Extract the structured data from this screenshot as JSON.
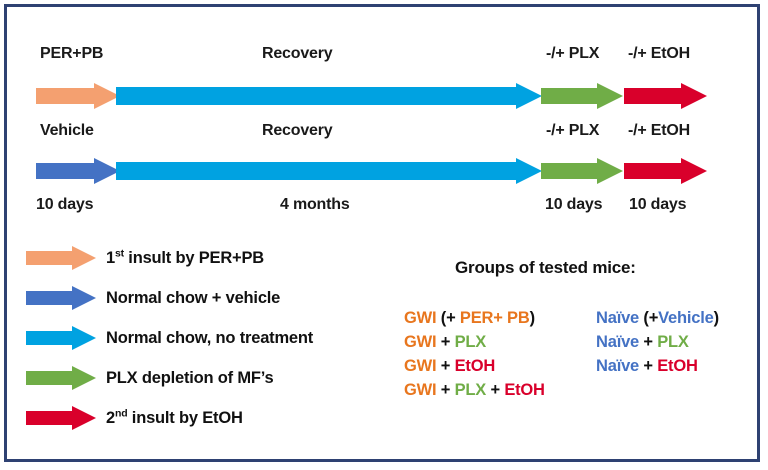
{
  "colors": {
    "border": "#2e4172",
    "peach": "#f4a070",
    "dark_blue": "#4472c4",
    "cyan": "#00a2e1",
    "green": "#70ad47",
    "red": "#d9002b",
    "gwi_orange": "#e8761e",
    "naive_blue": "#4472c4",
    "text": "#111111"
  },
  "timeline": {
    "row1": {
      "phase1_label": "PER+PB",
      "phase2_label": "Recovery",
      "phase3_label": "-/+ PLX",
      "phase4_label": "-/+ EtOH"
    },
    "row2": {
      "phase1_label": "Vehicle",
      "phase2_label": "Recovery",
      "phase3_label": "-/+ PLX",
      "phase4_label": "-/+ EtOH"
    },
    "durations": {
      "phase1": "10 days",
      "phase2": "4 months",
      "phase3": "10 days",
      "phase4": "10 days"
    }
  },
  "legend": {
    "items": [
      {
        "color_name": "peach",
        "color": "#f4a070",
        "text_pre": "1",
        "text_sup": "st",
        "text_post": " insult by PER+PB"
      },
      {
        "color_name": "dark-blue",
        "color": "#4472c4",
        "text_pre": "Normal chow + vehicle",
        "text_sup": "",
        "text_post": ""
      },
      {
        "color_name": "cyan",
        "color": "#00a2e1",
        "text_pre": "Normal chow, no treatment",
        "text_sup": "",
        "text_post": ""
      },
      {
        "color_name": "green",
        "color": "#70ad47",
        "text_pre": "PLX depletion of MF’s",
        "text_sup": "",
        "text_post": ""
      },
      {
        "color_name": "red",
        "color": "#d9002b",
        "text_pre": "2",
        "text_sup": "nd",
        "text_post": " insult by EtOH"
      }
    ]
  },
  "groups": {
    "title": "Groups of tested mice:",
    "gwi": [
      [
        {
          "t": "GWI ",
          "c": "gwi"
        },
        {
          "t": "(+ ",
          "c": "black"
        },
        {
          "t": "PER+ PB",
          "c": "gwi"
        },
        {
          "t": ")",
          "c": "black"
        }
      ],
      [
        {
          "t": "GWI ",
          "c": "gwi"
        },
        {
          "t": "+ ",
          "c": "black"
        },
        {
          "t": "PLX",
          "c": "plx"
        }
      ],
      [
        {
          "t": "GWI ",
          "c": "gwi"
        },
        {
          "t": "+ ",
          "c": "black"
        },
        {
          "t": "EtOH",
          "c": "etoh"
        }
      ],
      [
        {
          "t": "GWI ",
          "c": "gwi"
        },
        {
          "t": "+ ",
          "c": "black"
        },
        {
          "t": "PLX",
          "c": "plx"
        },
        {
          "t": " + ",
          "c": "black"
        },
        {
          "t": "EtOH",
          "c": "etoh"
        }
      ]
    ],
    "naive": [
      [
        {
          "t": "Naïve ",
          "c": "naive"
        },
        {
          "t": "(+",
          "c": "black"
        },
        {
          "t": "Vehicle",
          "c": "naive"
        },
        {
          "t": ")",
          "c": "black"
        }
      ],
      [
        {
          "t": "Naïve ",
          "c": "naive"
        },
        {
          "t": "+ ",
          "c": "black"
        },
        {
          "t": "PLX",
          "c": "plx"
        }
      ],
      [
        {
          "t": "Naïve ",
          "c": "naive"
        },
        {
          "t": "+ ",
          "c": "black"
        },
        {
          "t": "EtOH",
          "c": "etoh"
        }
      ]
    ]
  }
}
